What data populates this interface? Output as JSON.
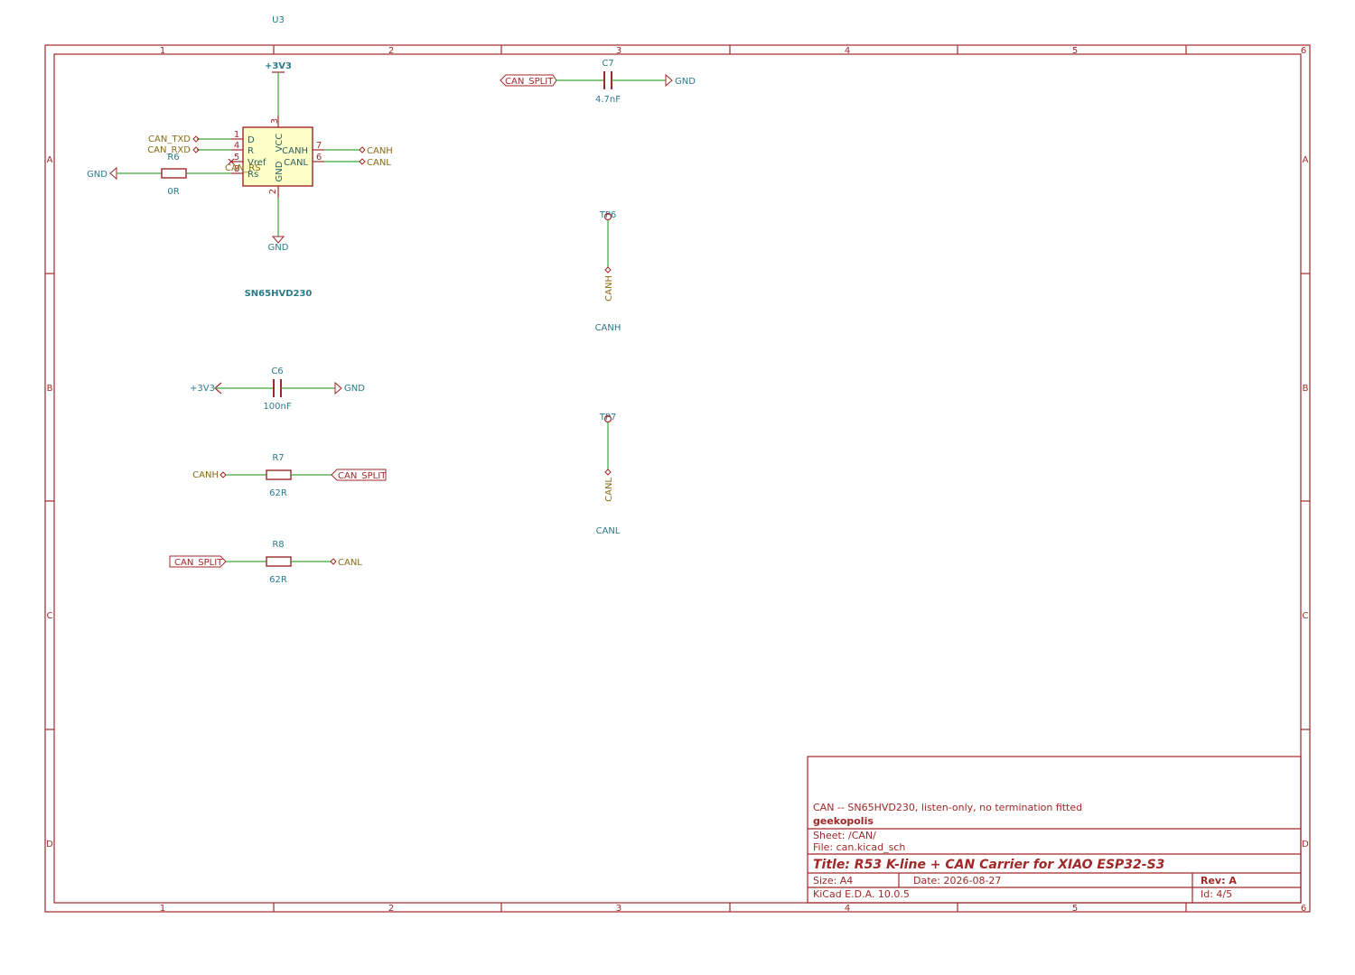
{
  "border": {
    "columns": [
      "1",
      "2",
      "3",
      "4",
      "5",
      "6"
    ],
    "rows": [
      "A",
      "B",
      "C",
      "D"
    ]
  },
  "u3": {
    "ref": "U3",
    "value": "SN65HVD230",
    "power_top": "+3V3",
    "power_bottom": "GND",
    "left_pins": [
      {
        "num": "1",
        "name": "D",
        "net": "CAN_TXD"
      },
      {
        "num": "4",
        "name": "R",
        "net": "CAN_RXD"
      },
      {
        "num": "5",
        "name": "Vref",
        "net": ""
      },
      {
        "num": "8",
        "name": "Rs",
        "net": "CAN_RS"
      }
    ],
    "right_pins": [
      {
        "num": "7",
        "name": "CANH",
        "net": "CANH"
      },
      {
        "num": "6",
        "name": "CANL",
        "net": "CANL"
      }
    ],
    "top_pin": {
      "num": "3",
      "name": "VCC"
    },
    "bottom_pin": {
      "num": "2",
      "name": "GND"
    }
  },
  "r6": {
    "ref": "R6",
    "value": "0R",
    "net_left": "GND"
  },
  "c7": {
    "ref": "C7",
    "value": "4.7nF",
    "net_left": "CAN_SPLIT",
    "net_right": "GND"
  },
  "c6": {
    "ref": "C6",
    "value": "100nF",
    "net_left": "+3V3",
    "net_right": "GND"
  },
  "r7": {
    "ref": "R7",
    "value": "62R",
    "net_left": "CANH",
    "net_right": "CAN_SPLIT"
  },
  "r8": {
    "ref": "R8",
    "value": "62R",
    "net_left": "CAN_SPLIT",
    "net_right": "CANL"
  },
  "tp6": {
    "ref": "TP6",
    "net": "CANH",
    "value": "CANH"
  },
  "tp7": {
    "ref": "TP7",
    "net": "CANL",
    "value": "CANL"
  },
  "title_block": {
    "comment": "CAN -- SN65HVD230, listen-only, no termination fitted",
    "company": "geekopolis",
    "sheet": "Sheet: /CAN/",
    "file": "File: can.kicad_sch",
    "title": "Title: R53 K-line + CAN Carrier for XIAO ESP32-S3",
    "size": "Size: A4",
    "date": "Date: 2026-08-27",
    "rev": "Rev: A",
    "tool": "KiCad E.D.A. 10.0.5",
    "id": "Id: 4/5"
  }
}
